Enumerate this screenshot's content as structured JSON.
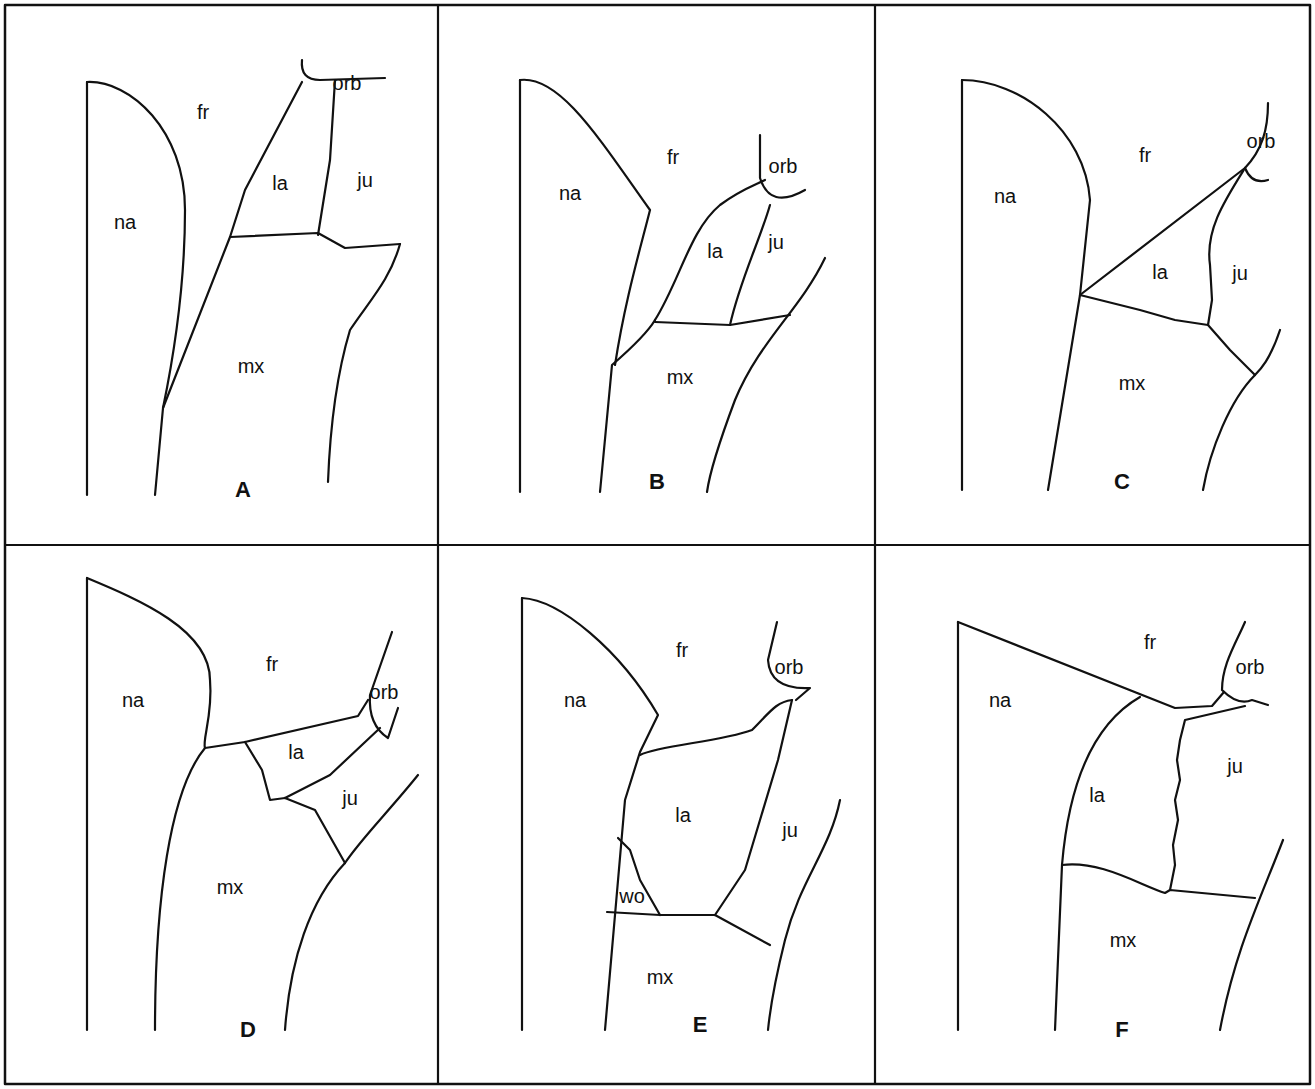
{
  "diagram": {
    "labels": [
      "fr",
      "orb",
      "la",
      "ju",
      "na",
      "mx",
      "A",
      "fr",
      "orb",
      "na",
      "la",
      "ju",
      "mx",
      "B",
      "fr",
      "orb",
      "na",
      "la",
      "ju",
      "mx",
      "C",
      "fr",
      "na",
      "orb",
      "la",
      "ju",
      "mx",
      "D",
      "fr",
      "orb",
      "na",
      "la",
      "ju",
      "wo",
      "mx",
      "E",
      "fr",
      "orb",
      "ju",
      "na",
      "la",
      "mx",
      "F"
    ]
  }
}
